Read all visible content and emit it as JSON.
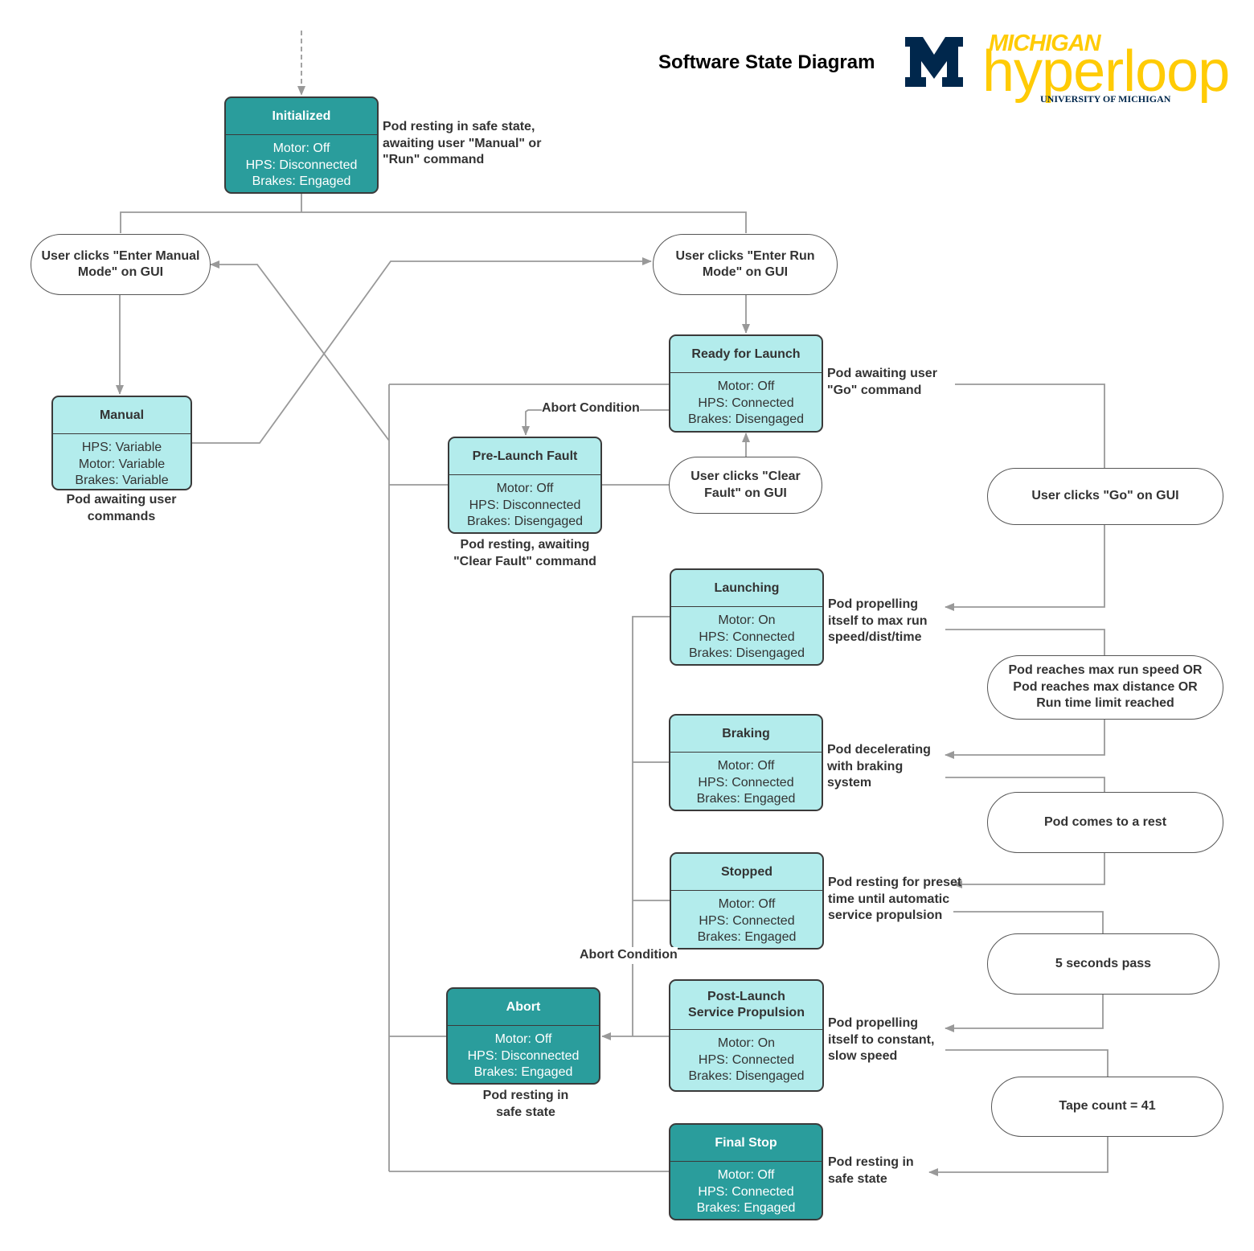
{
  "header": {
    "title": "Software State Diagram",
    "logo": {
      "top_word": "MICHIGAN",
      "main_word": "hyperloop",
      "sub_word": "UNIVERSITY OF MICHIGAN",
      "block_letter": "M"
    }
  },
  "colors": {
    "state_light": "#b3ecec",
    "state_dark": "#2a9d9c",
    "wire": "#999999",
    "logo_blue": "#00274c",
    "logo_maize": "#ffcb05"
  },
  "states": {
    "initialized": {
      "title": "Initialized",
      "lines": [
        "Motor: Off",
        "HPS: Disconnected",
        "Brakes: Engaged"
      ]
    },
    "manual": {
      "title": "Manual",
      "lines": [
        "HPS: Variable",
        "Motor: Variable",
        "Brakes: Variable"
      ]
    },
    "ready": {
      "title": "Ready for Launch",
      "lines": [
        "Motor: Off",
        "HPS: Connected",
        "Brakes: Disengaged"
      ]
    },
    "prefault": {
      "title": "Pre-Launch Fault",
      "lines": [
        "Motor: Off",
        "HPS: Disconnected",
        "Brakes: Disengaged"
      ]
    },
    "launching": {
      "title": "Launching",
      "lines": [
        "Motor: On",
        "HPS: Connected",
        "Brakes: Disengaged"
      ]
    },
    "braking": {
      "title": "Braking",
      "lines": [
        "Motor: Off",
        "HPS: Connected",
        "Brakes: Engaged"
      ]
    },
    "stopped": {
      "title": "Stopped",
      "lines": [
        "Motor: Off",
        "HPS: Connected",
        "Brakes: Engaged"
      ]
    },
    "abort": {
      "title": "Abort",
      "lines": [
        "Motor: Off",
        "HPS: Disconnected",
        "Brakes: Engaged"
      ]
    },
    "postlaunch": {
      "title_lines": [
        "Post-Launch",
        "Service Propulsion"
      ],
      "lines": [
        "Motor: On",
        "HPS: Connected",
        "Brakes: Disengaged"
      ]
    },
    "finalstop": {
      "title": "Final Stop",
      "lines": [
        "Motor: Off",
        "HPS: Connected",
        "Brakes: Engaged"
      ]
    }
  },
  "events": {
    "manual_mode": [
      "User clicks \"Enter Manual",
      "Mode\" on GUI"
    ],
    "run_mode": [
      "User clicks \"Enter Run",
      "Mode\" on GUI"
    ],
    "clear_fault": [
      "User clicks \"Clear",
      "Fault\" on GUI"
    ],
    "go": [
      "User clicks \"Go\" on GUI"
    ],
    "max_reached": [
      "Pod reaches max run speed OR",
      "Pod reaches max distance OR",
      "Run time limit reached"
    ],
    "rest": [
      "Pod comes to a rest"
    ],
    "five_sec": [
      "5 seconds pass"
    ],
    "tape": [
      "Tape count = 41"
    ]
  },
  "notes": {
    "initialized": [
      "Pod resting in safe state,",
      "awaiting user \"Manual\" or",
      "\"Run\" command"
    ],
    "manual": [
      "Pod awaiting user",
      "commands"
    ],
    "ready": [
      "Pod awaiting user",
      "\"Go\" command"
    ],
    "prefault": [
      "Pod resting, awaiting",
      "\"Clear Fault\" command"
    ],
    "launching": [
      "Pod propelling",
      "itself to max run",
      "speed/dist/time"
    ],
    "braking": [
      "Pod decelerating",
      "with braking",
      "system"
    ],
    "stopped": [
      "Pod resting for preset",
      "time until automatic",
      "service propulsion"
    ],
    "abort": [
      "Pod resting in",
      "safe state"
    ],
    "postlaunch": [
      "Pod propelling",
      "itself to constant,",
      "slow speed"
    ],
    "finalstop": [
      "Pod resting in",
      "safe state"
    ]
  },
  "labels": {
    "abort_condition_top": "Abort Condition",
    "abort_condition_bottom": "Abort Condition"
  }
}
